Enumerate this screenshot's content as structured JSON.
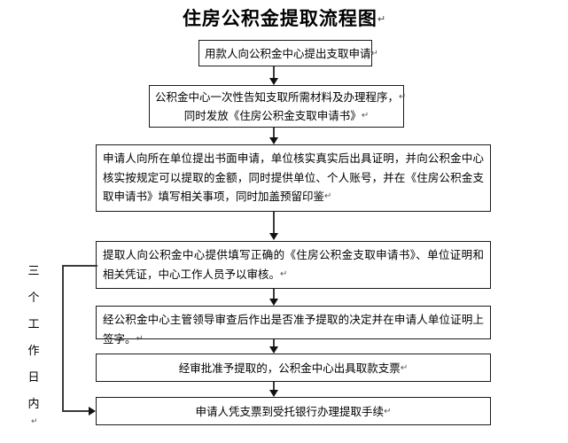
{
  "document": {
    "title": "住房公积金提取流程图",
    "title_mark": "↵"
  },
  "flowchart": {
    "type": "flowchart",
    "orientation": "top-to-bottom",
    "pilcrow": "↵",
    "side_annotation": {
      "text": "三个工作日内",
      "chars": [
        "三",
        "个",
        "工",
        "作",
        "日",
        "内"
      ],
      "mark": "↵",
      "orientation": "vertical",
      "spans_from_node": 4,
      "spans_to_node": 7
    },
    "nodes": [
      {
        "id": 1,
        "name": "apply-to-fund-center",
        "align": "center",
        "lines": [
          "用款人向公积金中心提出支取申请"
        ],
        "marks": [
          "↵"
        ]
      },
      {
        "id": 2,
        "name": "center-informs-materials",
        "align": "center",
        "lines": [
          "公积金中心一次性告知支取所需材料及办理程序，",
          "同时发放《住房公积金支取申请书》"
        ],
        "marks": [
          "↵",
          "↵"
        ]
      },
      {
        "id": 3,
        "name": "applicant-written-application",
        "align": "justify",
        "paragraph": "申请人向所在单位提出书面申请，单位核实真实后出具证明，并向公积金中心核实按规定可以提取的金额，同时提供单位、个人账号，并在《住房公积金支取申请书》填写相关事项，同时加盖预留印鉴",
        "marks": [
          "↵"
        ]
      },
      {
        "id": 4,
        "name": "submit-documents-for-review",
        "align": "justify",
        "paragraph": "提取人向公积金中心提供填写正确的《住房公积金支取申请书》、单位证明和相关凭证，中心工作人员予以审核。",
        "marks": [
          "↵"
        ]
      },
      {
        "id": 5,
        "name": "leader-approval-decision",
        "align": "left",
        "lines": [
          "经公积金中心主管领导审查后作出是否准予提取的决定并在申请人单位证明上签字。"
        ],
        "marks": [
          "↵"
        ]
      },
      {
        "id": 6,
        "name": "issue-withdrawal-cheque",
        "align": "center",
        "lines": [
          "经审批准予提取的，公积金中心出具取款支票"
        ],
        "marks": [
          "↵"
        ]
      },
      {
        "id": 7,
        "name": "bank-withdrawal-procedure",
        "align": "center",
        "lines": [
          "申请人凭支票到受托银行办理提取手续"
        ],
        "marks": [
          "↵"
        ]
      }
    ],
    "connectors": [
      {
        "from": 1,
        "to": 2,
        "style": "arrow-down"
      },
      {
        "from": 2,
        "to": 3,
        "style": "arrow-down"
      },
      {
        "from": 3,
        "to": 4,
        "style": "arrow-down"
      },
      {
        "from": 4,
        "to": 5,
        "style": "arrow-down"
      },
      {
        "from": 5,
        "to": 6,
        "style": "arrow-down"
      },
      {
        "from": 6,
        "to": 7,
        "style": "arrow-down"
      },
      {
        "from": 4,
        "to": 7,
        "style": "bracket-left-arrow-right"
      }
    ]
  }
}
